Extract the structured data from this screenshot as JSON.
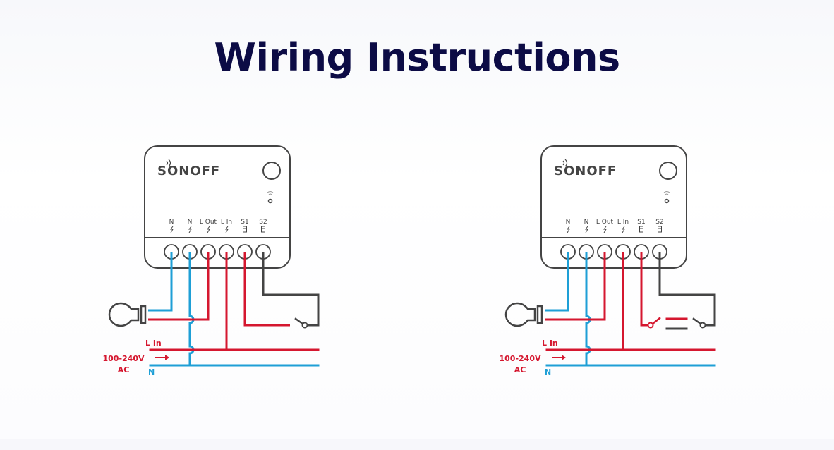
{
  "title": "Wiring Instructions",
  "colors": {
    "title": "#0c0b45",
    "live_wire": "#d5172f",
    "neutral_wire": "#1e9fd6",
    "switch_wire": "#444444",
    "device_outline": "#444444"
  },
  "diagrams": [
    {
      "id": "single-switch",
      "device": {
        "brand": "SONOFF",
        "terminals": [
          {
            "label": "N",
            "icon": "bolt-icon",
            "wire": "neutral"
          },
          {
            "label": "N",
            "icon": "bolt-icon",
            "wire": "neutral"
          },
          {
            "label": "L Out",
            "icon": "bolt-icon",
            "wire": "live"
          },
          {
            "label": "L In",
            "icon": "bolt-icon",
            "wire": "live"
          },
          {
            "label": "S1",
            "icon": "switch-icon",
            "wire": "live"
          },
          {
            "label": "S2",
            "icon": "switch-icon",
            "wire": "switch"
          }
        ]
      },
      "switch_type": "single",
      "supply": {
        "live_label": "L In",
        "voltage_label": "100-240V",
        "type_label": "AC",
        "neutral_label": "N"
      }
    },
    {
      "id": "two-way-switch",
      "device": {
        "brand": "SONOFF",
        "terminals": [
          {
            "label": "N",
            "icon": "bolt-icon",
            "wire": "neutral"
          },
          {
            "label": "N",
            "icon": "bolt-icon",
            "wire": "neutral"
          },
          {
            "label": "L Out",
            "icon": "bolt-icon",
            "wire": "live"
          },
          {
            "label": "L In",
            "icon": "bolt-icon",
            "wire": "live"
          },
          {
            "label": "S1",
            "icon": "switch-icon",
            "wire": "live"
          },
          {
            "label": "S2",
            "icon": "switch-icon",
            "wire": "switch"
          }
        ]
      },
      "switch_type": "two-way",
      "supply": {
        "live_label": "L In",
        "voltage_label": "100-240V",
        "type_label": "AC",
        "neutral_label": "N"
      }
    }
  ]
}
